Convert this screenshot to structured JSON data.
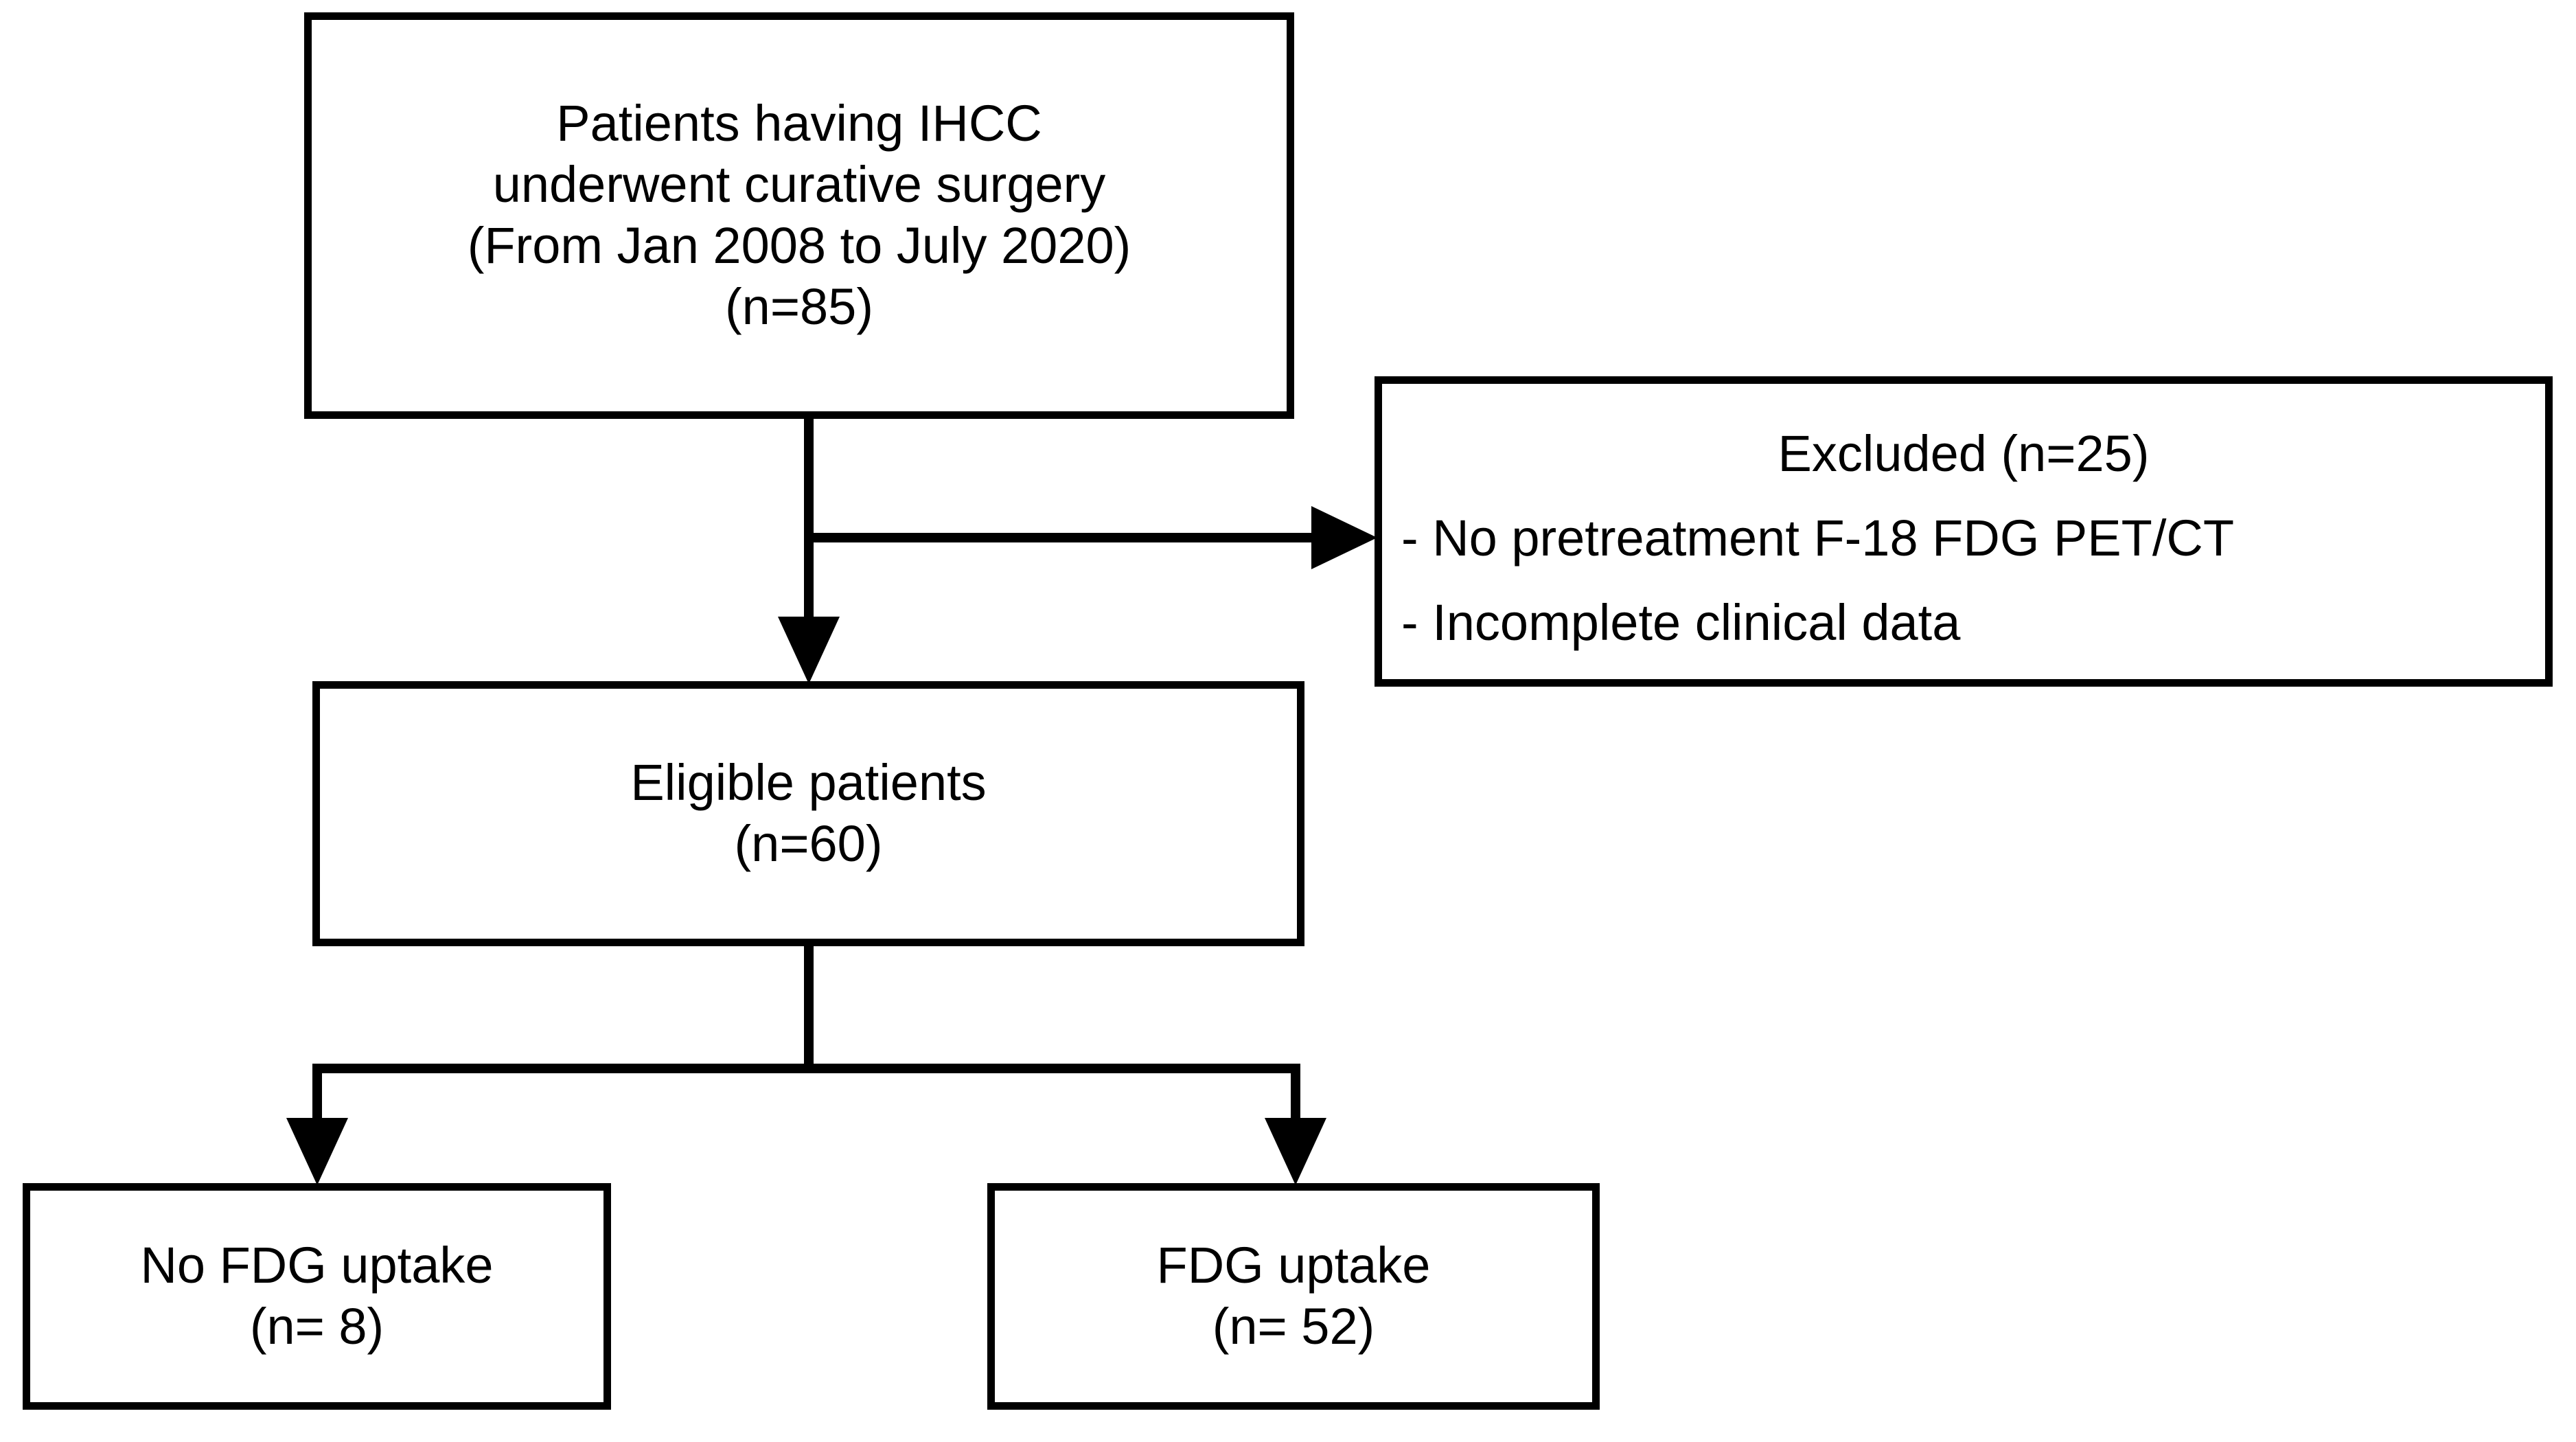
{
  "figure": {
    "type": "flowchart",
    "orientation": "top-down",
    "background_color": "#ffffff",
    "line_color": "#000000",
    "text_color": "#000000"
  },
  "nodes": {
    "source": {
      "id": "source-population",
      "lines": [
        "Patients having IHCC",
        "underwent curative surgery",
        "(From Jan 2008 to July 2020)",
        "(n=85)"
      ],
      "count": 85
    },
    "excluded": {
      "id": "excluded",
      "title": "Excluded (n=25)",
      "count": 25,
      "reasons": [
        "- No pretreatment F-18 FDG PET/CT",
        "- Incomplete clinical data"
      ]
    },
    "eligible": {
      "id": "eligible-patients",
      "lines": [
        "Eligible patients",
        "(n=60)"
      ],
      "count": 60
    },
    "no_uptake": {
      "id": "no-fdg-uptake",
      "lines": [
        "No FDG uptake",
        "(n= 8)"
      ],
      "count": 8
    },
    "uptake": {
      "id": "fdg-uptake",
      "lines": [
        "FDG uptake",
        "(n= 52)"
      ],
      "count": 52
    }
  },
  "edges": [
    {
      "from": "source",
      "to": "eligible",
      "style": "arrow-down"
    },
    {
      "from": "source",
      "to": "excluded",
      "style": "arrow-right"
    },
    {
      "from": "eligible",
      "to": "no_uptake",
      "style": "arrow-down-branch-left"
    },
    {
      "from": "eligible",
      "to": "uptake",
      "style": "arrow-down-branch-right"
    }
  ]
}
